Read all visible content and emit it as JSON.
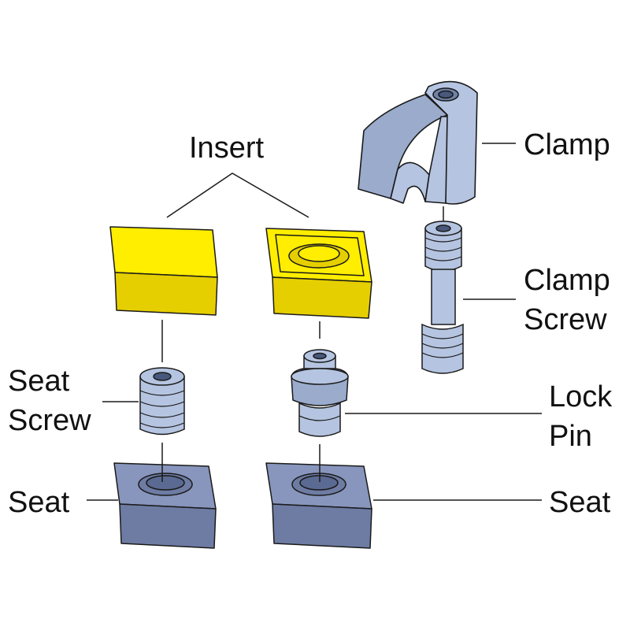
{
  "labels": {
    "insert": "Insert",
    "clamp": "Clamp",
    "clamp_screw_line1": "Clamp",
    "clamp_screw_line2": "Screw",
    "seat_screw_line1": "Seat",
    "seat_screw_line2": "Screw",
    "lock_pin_line1": "Lock",
    "lock_pin_line2": "Pin",
    "seat_left": "Seat",
    "seat_right": "Seat"
  },
  "colors": {
    "background": "#ffffff",
    "insert_fill": "#ffee00",
    "insert_side": "#e6cf00",
    "part_light": "#b5c4e0",
    "part_mid": "#9aabcc",
    "part_dark": "#6f82a8",
    "seat_top": "#8896bd",
    "seat_side": "#6e7ca4",
    "stroke": "#1a1a1a"
  }
}
